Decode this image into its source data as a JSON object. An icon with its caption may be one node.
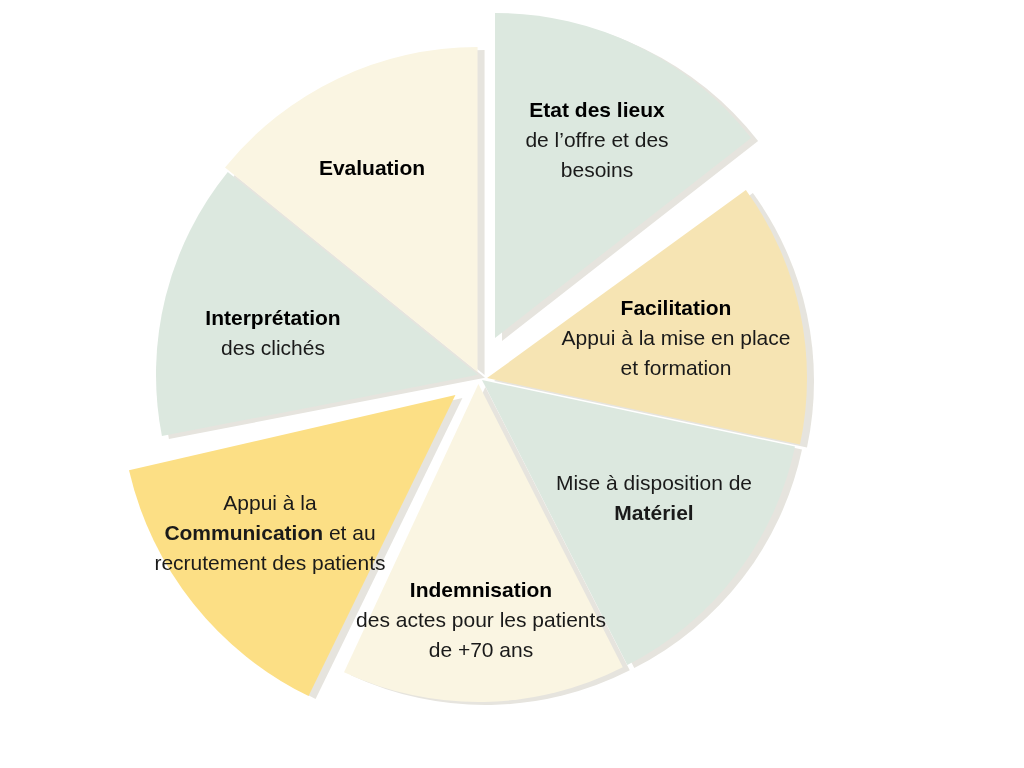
{
  "diagram": {
    "nodes": [
      {
        "text": [
          "Etat des lieux",
          "de l’offre et des besoins"
        ]
      },
      {
        "text": [
          "Facilitation",
          "Appui à la mise en place et formation"
        ]
      },
      {
        "text": [
          "Mise à disposition de **Matériel**"
        ]
      },
      {
        "text": [
          "Indemnisation",
          "des actes pour les patients de +70 ans"
        ]
      },
      {
        "text": [
          "Appui à la **Communication** et au recrutement des patients"
        ]
      },
      {
        "text": [
          "Interprétation",
          "des clichés"
        ]
      },
      {
        "text": [
          "Evaluation"
        ]
      }
    ]
  }
}
